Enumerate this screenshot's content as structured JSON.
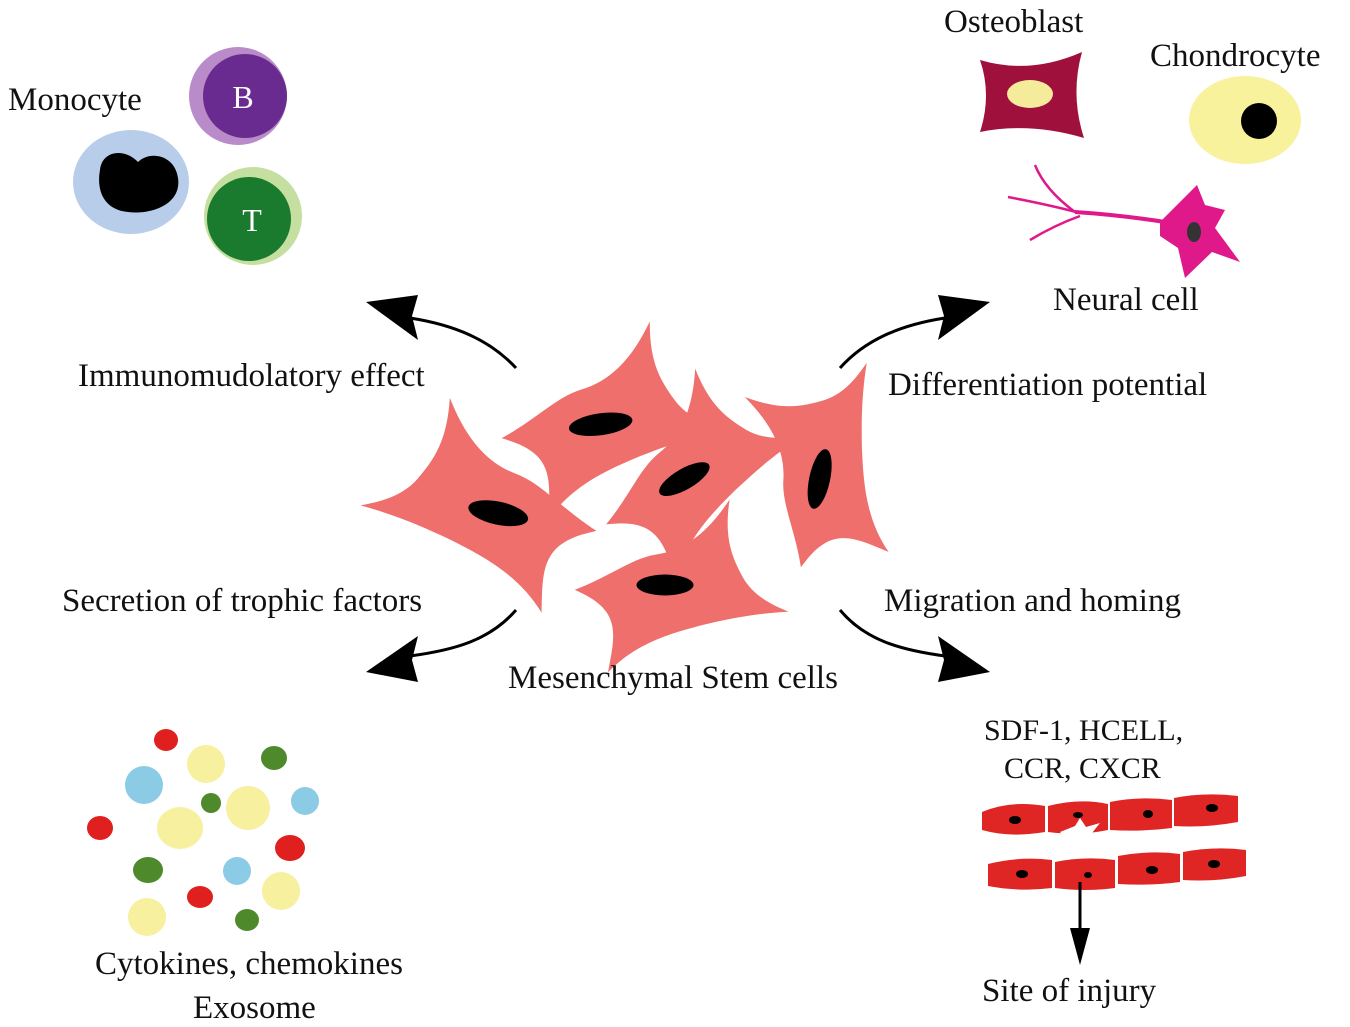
{
  "center": {
    "label": "Mesenchymal Stem cells"
  },
  "branches": {
    "immunomodulatory": "Immunomudolatory effect",
    "differentiation": "Differentiation potential",
    "secretion": "Secretion of trophic factors",
    "migration": "Migration and homing"
  },
  "immune_cells": {
    "monocyte": "Monocyte",
    "b_cell": "B",
    "t_cell": "T"
  },
  "differentiated_cells": {
    "osteoblast": "Osteoblast",
    "chondrocyte": "Chondrocyte",
    "neural": "Neural cell"
  },
  "secretion_caption": {
    "line1": "Cytokines, chemokines",
    "line2": "Exosome"
  },
  "migration_caption": {
    "line1": "SDF-1, HCELL,",
    "line2": "CCR, CXCR",
    "target": "Site of injury"
  },
  "colors": {
    "msc_body": "#ef6f6c",
    "nucleus": "#000000",
    "monocyte_halo": "#b8cdea",
    "b_cell": "#6a2b90",
    "b_cell_halo": "#b98cc9",
    "t_cell": "#1a7a2e",
    "t_cell_halo": "#c4df9f",
    "osteoblast": "#a0103c",
    "osteoblast_nucleus": "#f4ec9a",
    "chondrocyte": "#f8f29c",
    "neural": "#e0198a",
    "factor_red": "#e0201f",
    "factor_yellow": "#f6f09f",
    "factor_blue": "#8ccbe6",
    "factor_green": "#4e8a2b",
    "vessel_cell": "#e02525"
  }
}
